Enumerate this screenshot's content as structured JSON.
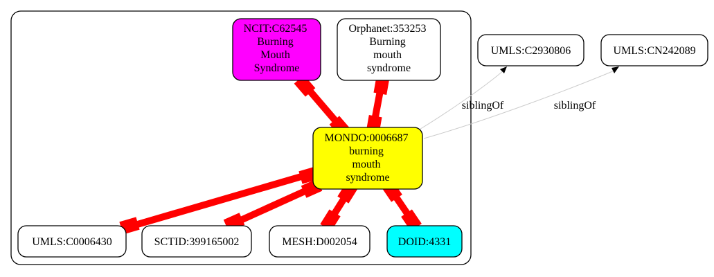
{
  "nodes": {
    "ncit": {
      "lines": [
        "NCIT:C62545",
        "Burning",
        "Mouth",
        "Syndrome"
      ],
      "fill": "#ff00ff"
    },
    "orphanet": {
      "lines": [
        "Orphanet:353253",
        "Burning",
        "mouth",
        "syndrome"
      ],
      "fill": "#ffffff"
    },
    "mondo": {
      "lines": [
        "MONDO:0006687",
        "burning",
        "mouth",
        "syndrome"
      ],
      "fill": "#ffff00"
    },
    "umls_c2930806": {
      "lines": [
        "UMLS:C2930806"
      ],
      "fill": "#ffffff"
    },
    "umls_cn242089": {
      "lines": [
        "UMLS:CN242089"
      ],
      "fill": "#ffffff"
    },
    "umls_c0006430": {
      "lines": [
        "UMLS:C0006430"
      ],
      "fill": "#ffffff"
    },
    "sctid": {
      "lines": [
        "SCTID:399165002"
      ],
      "fill": "#ffffff"
    },
    "mesh": {
      "lines": [
        "MESH:D002054"
      ],
      "fill": "#ffffff"
    },
    "doid": {
      "lines": [
        "DOID:4331"
      ],
      "fill": "#00ffff"
    }
  },
  "edge_labels": {
    "sibling1": "siblingOf",
    "sibling2": "siblingOf"
  },
  "colors": {
    "equivalence_edge": "#ff0000",
    "sibling_edge": "#cccccc",
    "stroke": "#000000"
  }
}
